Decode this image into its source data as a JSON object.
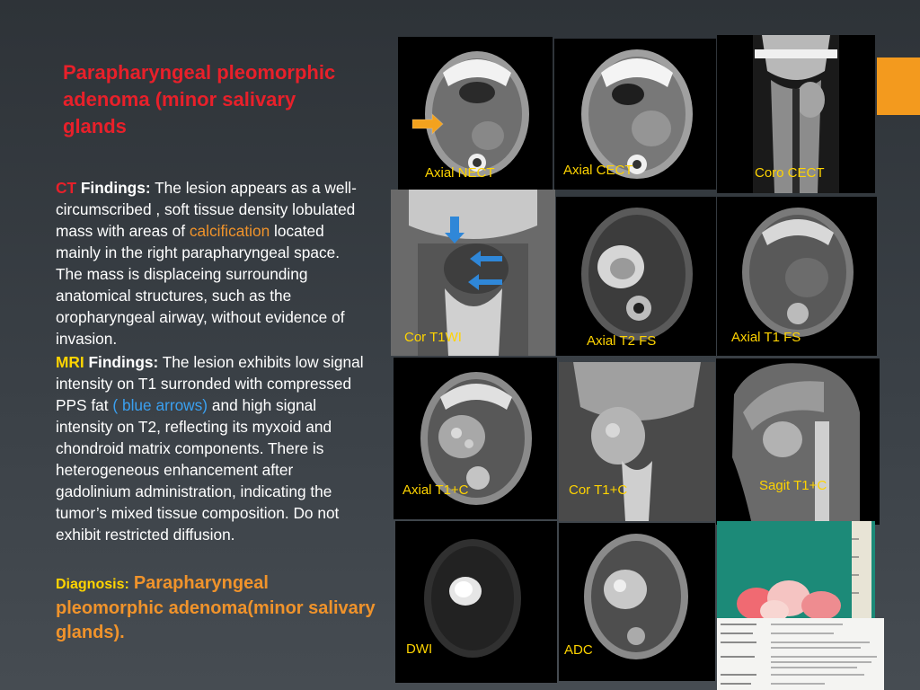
{
  "title": "Parapharyngeal pleomorphic adenoma (minor salivary glands",
  "ct": {
    "label1": "CT",
    "label2": "Findings:",
    "text1": "The lesion appears as a well-circumscribed , soft tissue density lobulated mass  with  areas of",
    "highlight": "calcification",
    "text2": "located mainly in the right parapharyngeal space. The mass is displaceing surrounding anatomical structures, such as the oropharyngeal airway, without evidence of invasion."
  },
  "mri": {
    "label1": "MRI",
    "label2": "Findings:",
    "text1": "The lesion exhibits low signal intensity on T1 surronded with compressed PPS fat",
    "highlight": "( blue arrows)",
    "text2": "and high signal intensity on T2, reflecting its myxoid and chondroid matrix components. There is heterogeneous enhancement after gadolinium administration, indicating the tumor’s mixed tissue composition. Do not exhibit restricted diffusion."
  },
  "diagnosis": {
    "label": "Diagnosis:",
    "text": "Parapharyngeal pleomorphic adenoma(minor salivary glands)."
  },
  "images": {
    "axial_nect": "Axial NECT",
    "axial_cect": "Axial CECT",
    "coro_cect": "Coro CECT",
    "cor_t1wi": "Cor  T1WI",
    "axial_t2fs": "Axial T2 FS",
    "axial_t1fs": "Axial T1 FS",
    "axial_t1c": "Axial T1+C",
    "cor_t1c": "Cor  T1+C",
    "sagit_t1c": "Sagit T1+C",
    "dwi": "DWI",
    "adc": "ADC"
  },
  "colors": {
    "accent": "#f39a1e",
    "title_red": "#e8202a",
    "label_yellow": "#ffd400",
    "highlight_orange": "#f0932b",
    "highlight_blue": "#3aa0f0"
  }
}
